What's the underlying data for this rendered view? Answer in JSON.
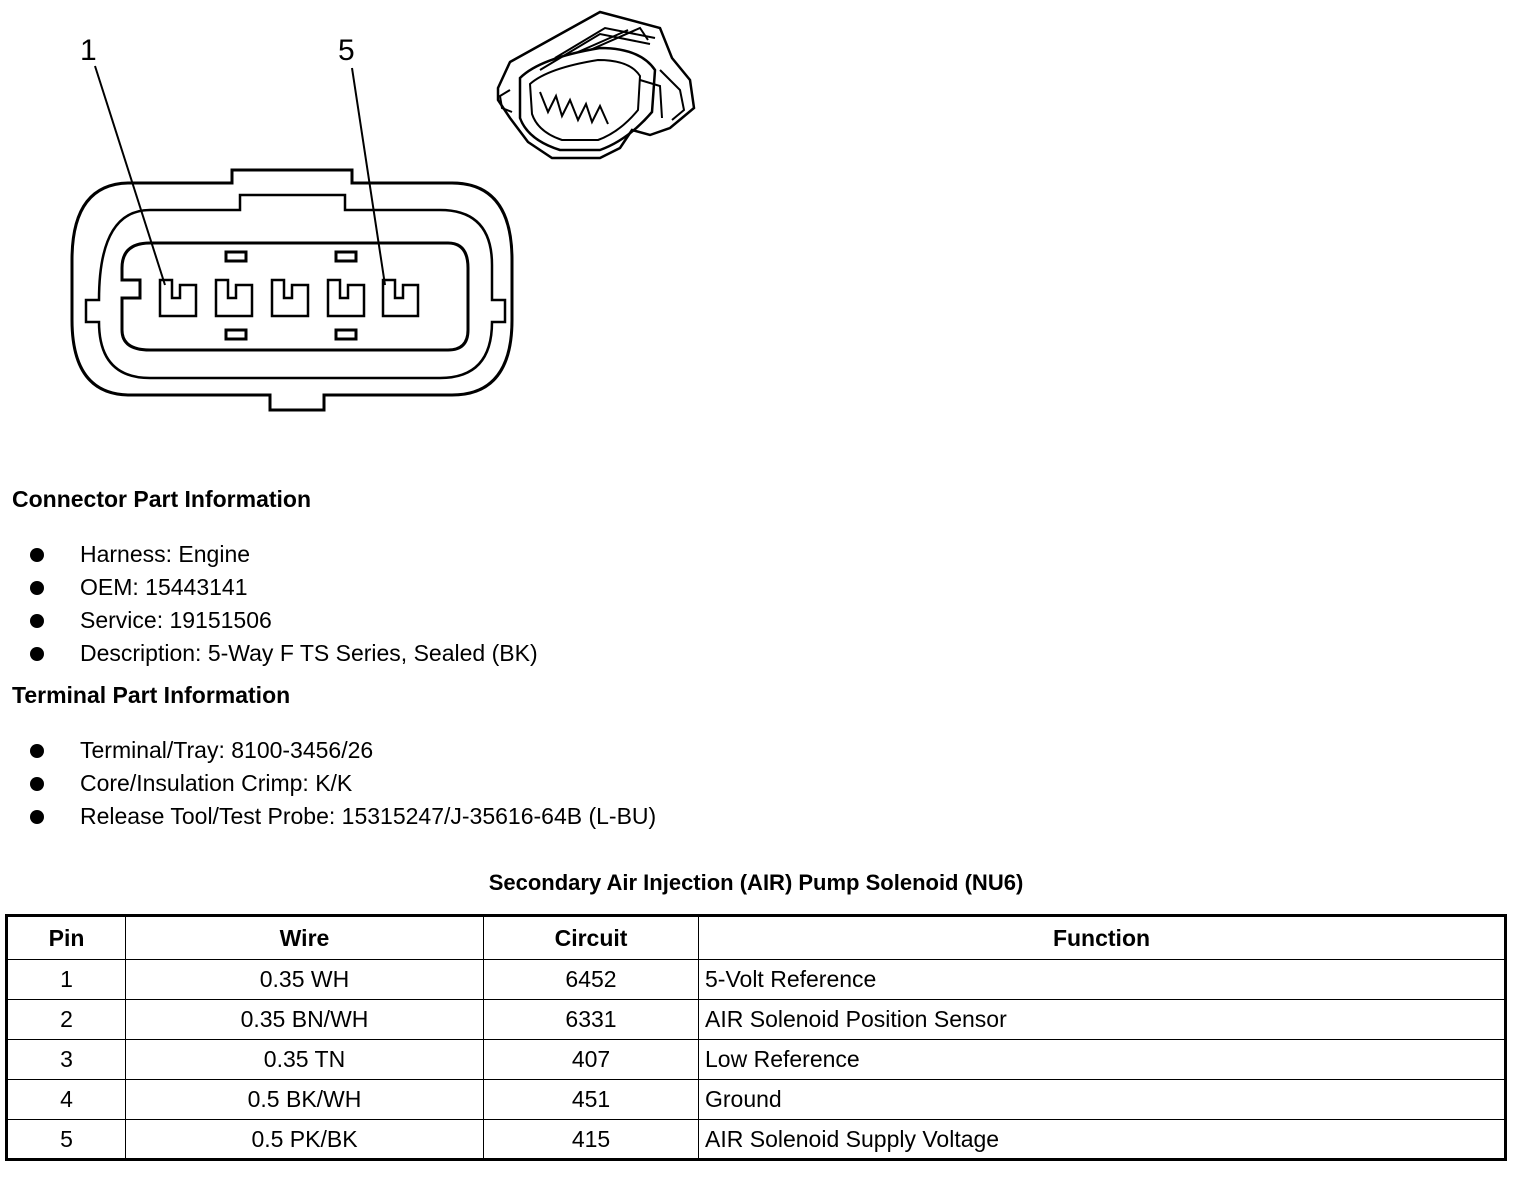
{
  "diagram": {
    "callouts": [
      {
        "label": "1"
      },
      {
        "label": "5"
      }
    ]
  },
  "connector_section": {
    "heading": "Connector Part Information",
    "items": [
      "Harness: Engine",
      "OEM: 15443141",
      "Service: 19151506",
      "Description: 5-Way F TS Series, Sealed (BK)"
    ]
  },
  "terminal_section": {
    "heading": "Terminal Part Information",
    "items": [
      "Terminal/Tray: 8100-3456/26",
      "Core/Insulation Crimp: K/K",
      "Release Tool/Test Probe: 15315247/J-35616-64B (L-BU)"
    ]
  },
  "table": {
    "title": "Secondary Air Injection (AIR) Pump Solenoid (NU6)",
    "headers": [
      "Pin",
      "Wire",
      "Circuit",
      "Function"
    ],
    "rows": [
      [
        "1",
        "0.35 WH",
        "6452",
        "5-Volt Reference"
      ],
      [
        "2",
        "0.35 BN/WH",
        "6331",
        "AIR Solenoid Position Sensor"
      ],
      [
        "3",
        "0.35 TN",
        "407",
        "Low Reference"
      ],
      [
        "4",
        "0.5 BK/WH",
        "451",
        "Ground"
      ],
      [
        "5",
        "0.5 PK/BK",
        "415",
        "AIR Solenoid Supply Voltage"
      ]
    ]
  }
}
